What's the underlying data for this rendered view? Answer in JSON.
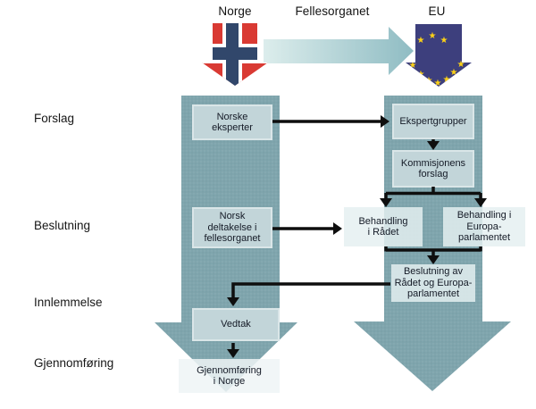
{
  "header": {
    "norway": "Norge",
    "fellesorganet": "Fellesorganet",
    "eu": "EU"
  },
  "stages": [
    {
      "label": "Forslag"
    },
    {
      "label": "Beslutning"
    },
    {
      "label": "Innlemmelse"
    },
    {
      "label": "Gjennomføring"
    }
  ],
  "boxes": {
    "norske_eksperter": {
      "label": "Norske\neksperter"
    },
    "ekspertgrupper": {
      "label": "Ekspertgrupper"
    },
    "kommisjonens_forslag": {
      "label": "Kommisjonens\nforslag"
    },
    "norsk_deltakelse": {
      "label": "Norsk\ndeltakelse i\nfellesorganet"
    },
    "behandling_radet": {
      "label": "Behandling\ni Rådet"
    },
    "behandling_europaparlamentet": {
      "label": "Behandling i\nEuropa-\nparlamentet"
    },
    "beslutning_av": {
      "label": "Beslutning av\nRådet og Europa-\nparlamentet"
    },
    "vedtak": {
      "label": "Vedtak"
    },
    "gjennomforing_i_norge": {
      "label": "Gjennomføring\ni Norge"
    }
  },
  "colors": {
    "shaft_teal": "#7fa5ad",
    "box_fill": "#c2d5d9",
    "norway_red": "#d93a33",
    "norway_blue": "#31476b",
    "eu_blue": "#3d3f7d",
    "star_yellow": "#fcd116",
    "connector_black": "#0e0e0e",
    "fellesorganet_arrow_start": "#dcedec",
    "fellesorganet_arrow_end": "#8fbcc3"
  }
}
